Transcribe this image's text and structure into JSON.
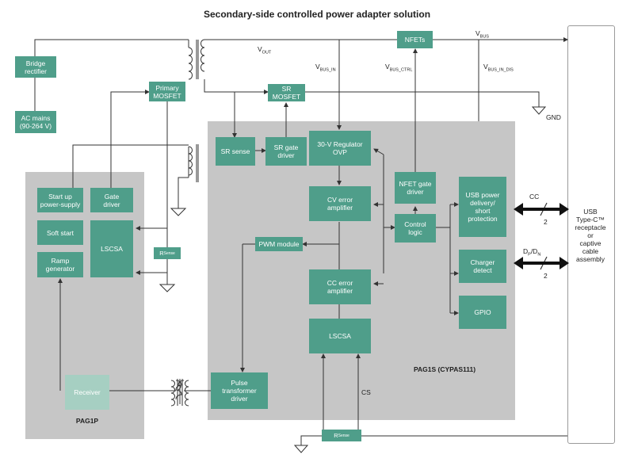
{
  "title": "Secondary-side controlled power adapter solution",
  "regions": {
    "pag1p_label": "PAG1P",
    "pag1s_label": "PAG1S (CYPAS111)"
  },
  "blocks": {
    "bridge_rectifier": "Bridge\nrectifier",
    "ac_mains": "AC mains\n(90-264 V)",
    "primary_mosfet": "Primary\nMOSFET",
    "nfets": "NFETs",
    "sr_mosfet": "SR MOSFET",
    "sr_sense": "SR sense",
    "sr_gate_driver": "SR gate\ndriver",
    "regulator": "30-V Regulator\nOVP",
    "nfet_gate_driver": "NFET gate\ndriver",
    "usb_pd": "USB power\ndelivery/\nshort\nprotection",
    "startup": "Start up\npower-supply",
    "gate_driver": "Gate\ndriver",
    "soft_start": "Soft start",
    "lscsa_primary": "LSCSA",
    "ramp_generator": "Ramp\ngenerator",
    "rsense_primary": "R",
    "rsense_primary_sub": "Sense",
    "cv_error": "CV error\namplifier",
    "control_logic": "Control\nlogic",
    "pwm_module": "PWM module",
    "charger_detect": "Charger\ndetect",
    "cc_error": "CC error\namplifier",
    "gpio": "GPIO",
    "lscsa_secondary": "LSCSA",
    "receiver": "Receiver",
    "pulse_transformer_driver": "Pulse\ntransformer\ndriver",
    "rsense_secondary": "R",
    "rsense_secondary_sub": "Sense"
  },
  "signals": {
    "vout": "V",
    "vout_sub": "OUT",
    "vbus": "V",
    "vbus_sub": "BUS",
    "vbus_in": "V",
    "vbus_in_sub": "BUS_IN",
    "vbus_ctrl": "V",
    "vbus_ctrl_sub": "BUS_CTRL",
    "vbus_in_dis": "V",
    "vbus_in_dis_sub": "BUS_IN_DIS",
    "gnd": "GND",
    "cc": "CC",
    "cc_count": "2",
    "dp_dn": "D",
    "dp_sub": "P",
    "dn_sep": "/D",
    "dn_sub": "N",
    "dp_dn_count": "2",
    "cs": "CS"
  },
  "usb_connector": "USB\nType-C™\nreceptacle\nor\ncaptive\ncable\nassembly",
  "colors": {
    "block": "#4f9e8a",
    "block_light": "#a6cfc2",
    "region": "#c6c6c6",
    "wire": "#333333"
  }
}
